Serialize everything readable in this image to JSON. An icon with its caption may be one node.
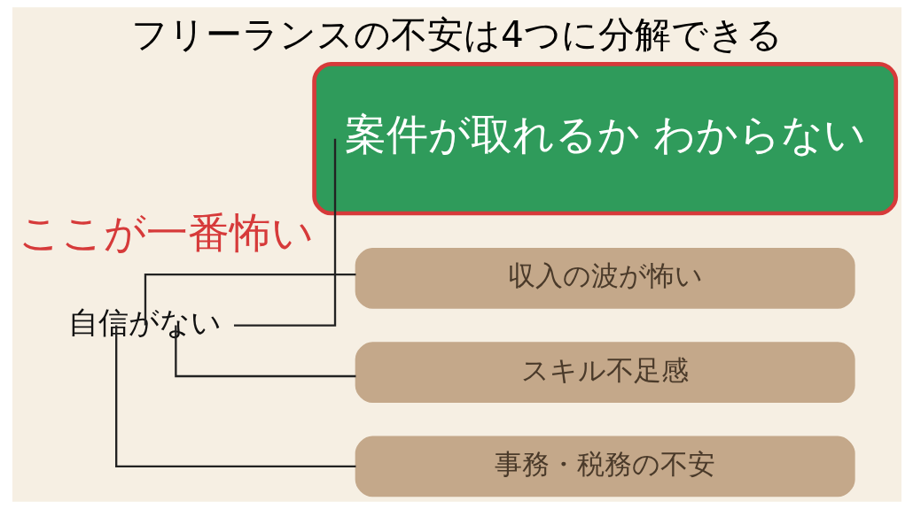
{
  "diagram": {
    "title": "フリーランスの不安は4つに分解できる",
    "nodes": [
      {
        "text": [
          "自信がない"
        ]
      },
      {
        "text": [
          "案件が取れるか わからない"
        ],
        "beside": [
          "ここが一番怖い"
        ]
      },
      {
        "text": [
          "収入の波が怖い"
        ]
      },
      {
        "text": [
          "スキル不足感"
        ]
      },
      {
        "text": [
          "事務・税務の不安"
        ]
      }
    ],
    "edges": [
      {
        "from": 0,
        "to": 1,
        "arrow": "none"
      },
      {
        "from": 0,
        "to": 2,
        "arrow": "none"
      },
      {
        "from": 0,
        "to": 3,
        "arrow": "none"
      },
      {
        "from": 0,
        "to": 4,
        "arrow": "none"
      }
    ]
  }
}
